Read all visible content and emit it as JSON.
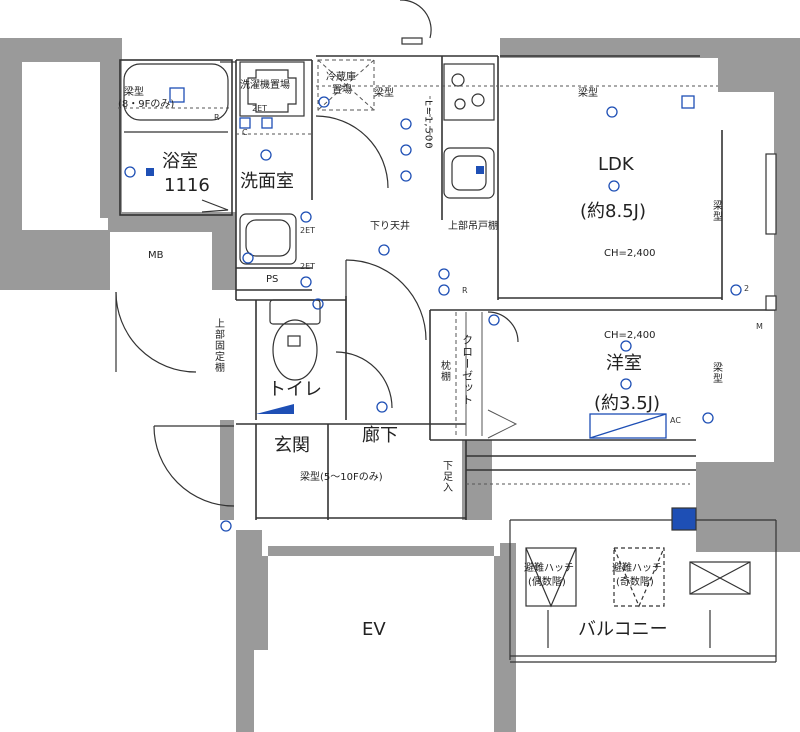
{
  "rooms": {
    "bath": "浴室",
    "bath_size": "1116",
    "washroom": "洗面室",
    "ldk": "LDK",
    "ldk_size": "(約8.5J)",
    "western": "洋室",
    "western_size": "(約3.5J)",
    "toilet": "トイレ",
    "entrance": "玄関",
    "hallway": "廊下",
    "balcony": "バルコニー",
    "ev": "EV",
    "mb": "MB",
    "ps": "PS"
  },
  "labels": {
    "beam_bath": "梁型",
    "beam_bath_note": "(8・9Fのみ)",
    "washer": "洗濯機置場",
    "fridge_1": "冷蔵庫",
    "fridge_2": "置場",
    "beam_top1": "梁型",
    "beam_top2": "梁型",
    "ceiling_height_limit": "L=1,500",
    "lowered_ceiling": "下り天井",
    "upper_cabinet": "上部吊戸棚",
    "ch_ldk": "CH=2,400",
    "ch_western": "CH=2,400",
    "beam_right1": "梁型",
    "beam_right2": "梁型",
    "closet": "クローゼット",
    "shelf_pillow": "枕棚",
    "upper_fixed_shelf": "上部固定棚",
    "beam_entrance": "梁型(5〜10Fのみ)",
    "footstep": "下足入",
    "hatch_even_1": "避難ハッチ",
    "hatch_even_2": "(偶数階)",
    "hatch_odd_1": "避難ハッチ",
    "hatch_odd_2": "(奇数階)",
    "code_r1": "R",
    "code_c1": "C",
    "code_r2": "R",
    "code_2": "2",
    "code_m": "M",
    "code_ac": "AC",
    "code_2et_1": "2ET",
    "code_2et_2": "2ET",
    "code_2et_3": "2ET"
  },
  "colors": {
    "wall": "#999999",
    "line": "#333333",
    "fixture_blue": "#1e4fb5"
  }
}
